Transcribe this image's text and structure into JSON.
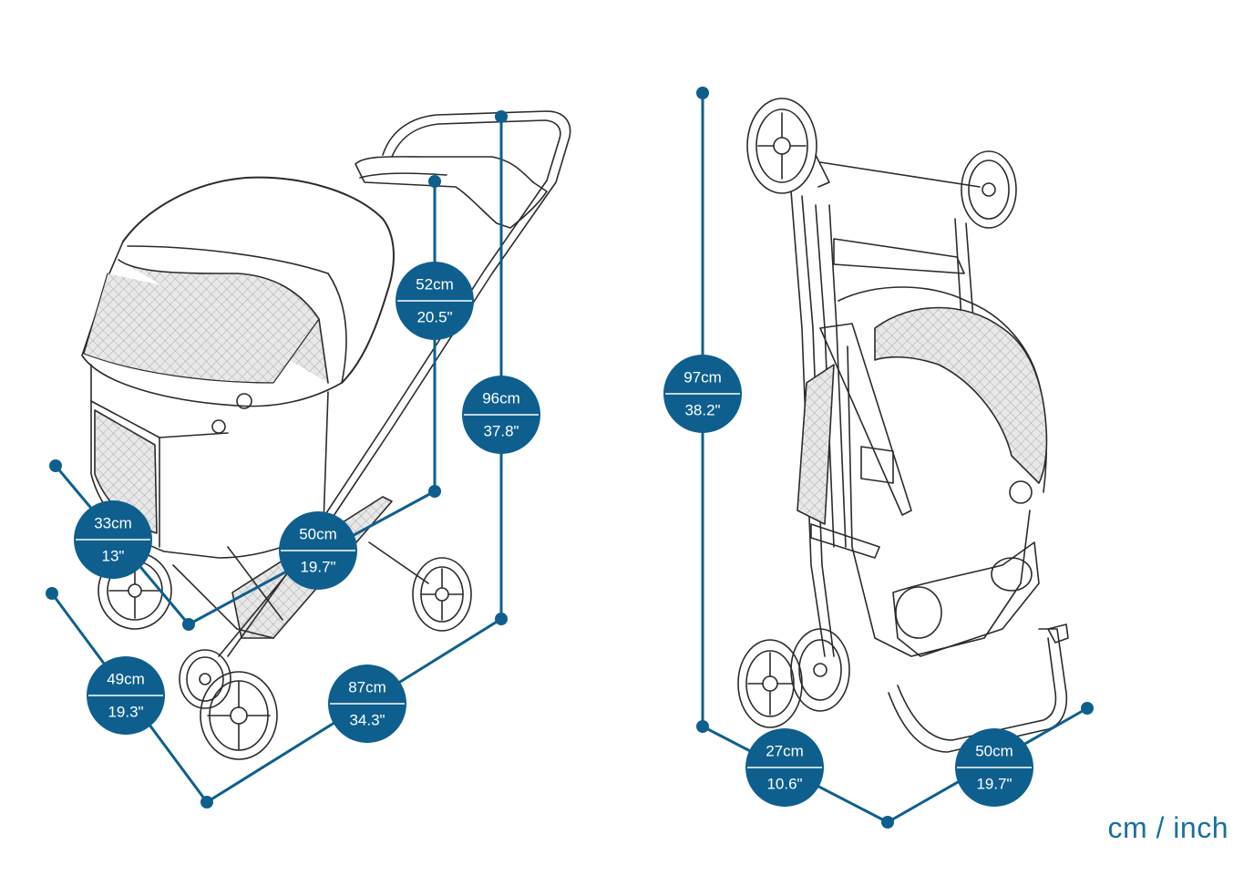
{
  "colors": {
    "accent": "#0e5f8e",
    "line_art": "#2b2b2b",
    "background": "#ffffff"
  },
  "unit_note": "cm / inch",
  "dimensions": {
    "handle_height": {
      "cm": "52cm",
      "inch": "20.5\""
    },
    "overall_height": {
      "cm": "96cm",
      "inch": "37.8\""
    },
    "cabin_width": {
      "cm": "33cm",
      "inch": "13\""
    },
    "cabin_length": {
      "cm": "50cm",
      "inch": "19.7\""
    },
    "overall_width": {
      "cm": "49cm",
      "inch": "19.3\""
    },
    "overall_length": {
      "cm": "87cm",
      "inch": "34.3\""
    },
    "folded_height": {
      "cm": "97cm",
      "inch": "38.2\""
    },
    "folded_depth": {
      "cm": "27cm",
      "inch": "10.6\""
    },
    "folded_width": {
      "cm": "50cm",
      "inch": "19.7\""
    }
  }
}
